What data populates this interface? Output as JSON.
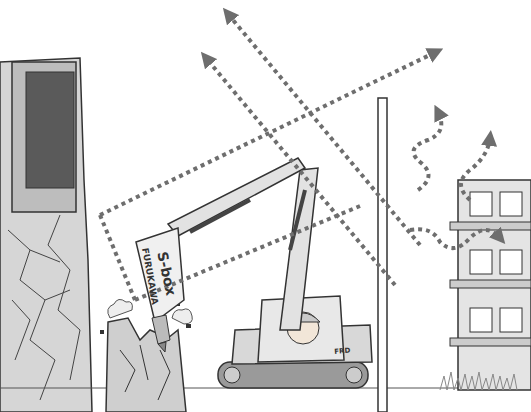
{
  "diagram": {
    "labels": [
      "FURUKAWA",
      "S-box",
      "FRD"
    ]
  }
}
